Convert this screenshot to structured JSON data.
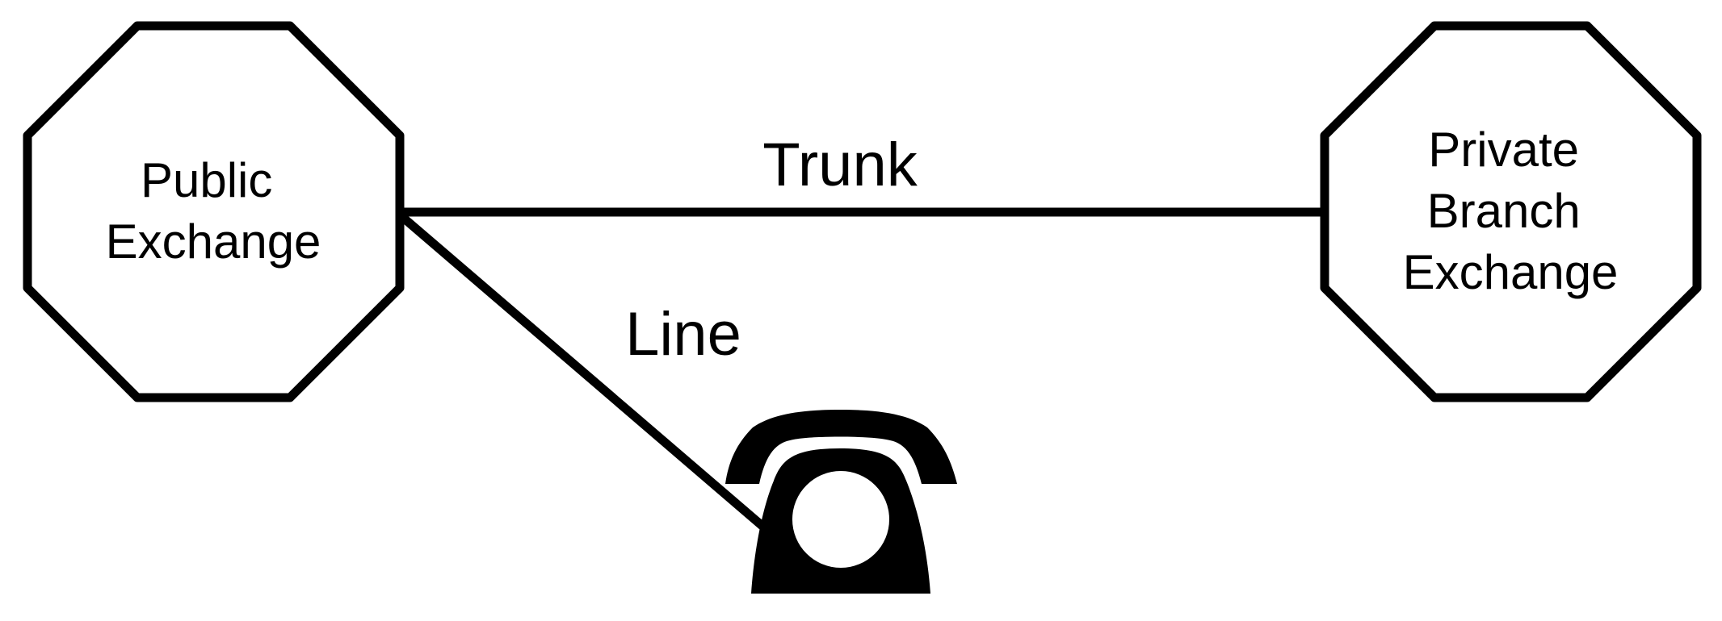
{
  "nodes": {
    "public_exchange": {
      "lines": [
        "Public",
        "Exchange"
      ]
    },
    "private_branch_exchange": {
      "lines": [
        "Private",
        "Branch",
        "Exchange"
      ]
    },
    "telephone": {
      "icon": "telephone-icon"
    }
  },
  "edges": {
    "trunk": {
      "label": "Trunk",
      "from": "public_exchange",
      "to": "private_branch_exchange"
    },
    "line": {
      "label": "Line",
      "from": "public_exchange",
      "to": "telephone"
    }
  },
  "colors": {
    "stroke": "#000000",
    "background": "#ffffff"
  }
}
